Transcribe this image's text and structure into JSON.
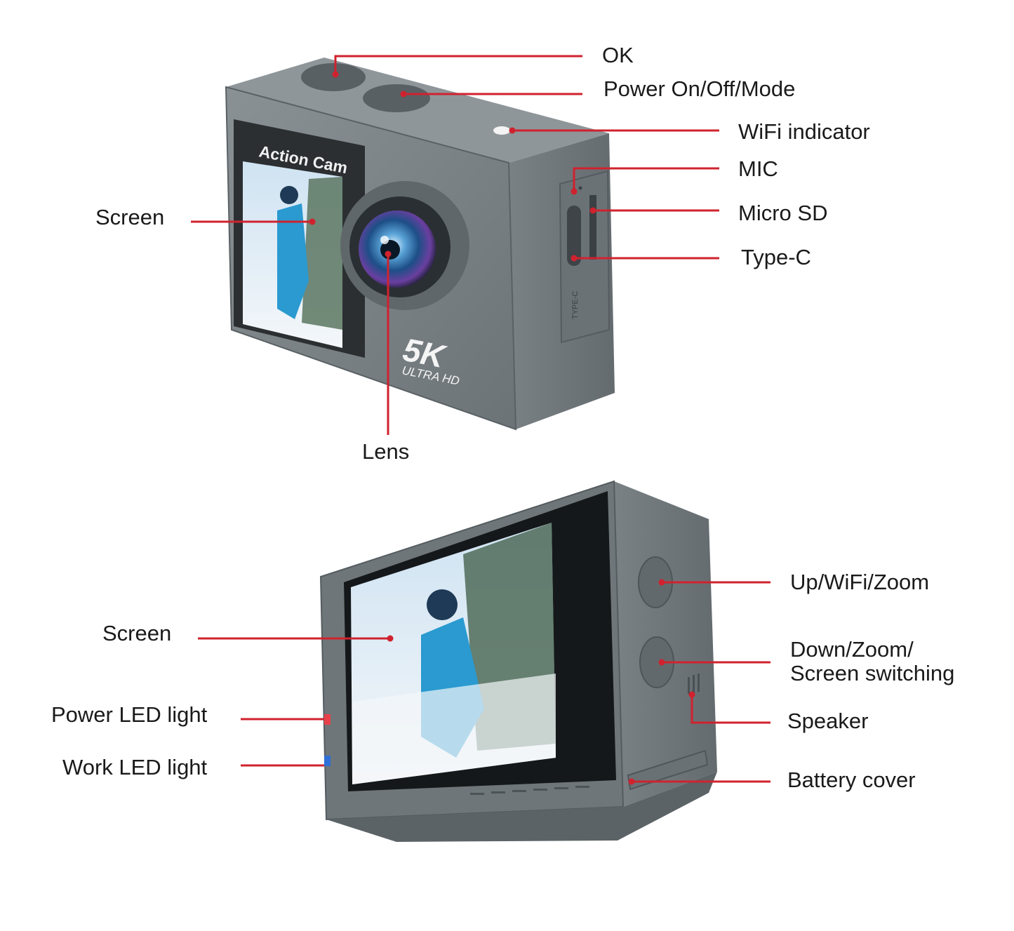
{
  "front_view": {
    "camera_body_text": "Action Cam",
    "badge_main": "5K",
    "badge_sub": "ULTRA HD",
    "port_text": "TYPE-C",
    "labels": {
      "ok": "OK",
      "power": "Power On/Off/Mode",
      "wifi_indicator": "WiFi indicator",
      "mic": "MIC",
      "micro_sd": "Micro SD",
      "type_c": "Type-C",
      "screen": "Screen",
      "lens": "Lens"
    }
  },
  "back_view": {
    "labels": {
      "up": "Up/WiFi/Zoom",
      "down_line1": "Down/Zoom/",
      "down_line2": "Screen switching",
      "speaker": "Speaker",
      "battery": "Battery cover",
      "screen": "Screen",
      "power_led": "Power LED light",
      "work_led": "Work LED light"
    }
  },
  "colors": {
    "callout": "#d0222e",
    "body": "#7d8488",
    "body_dark": "#5f666a",
    "power_led": "#e8404a",
    "work_led": "#2f6fd6"
  }
}
